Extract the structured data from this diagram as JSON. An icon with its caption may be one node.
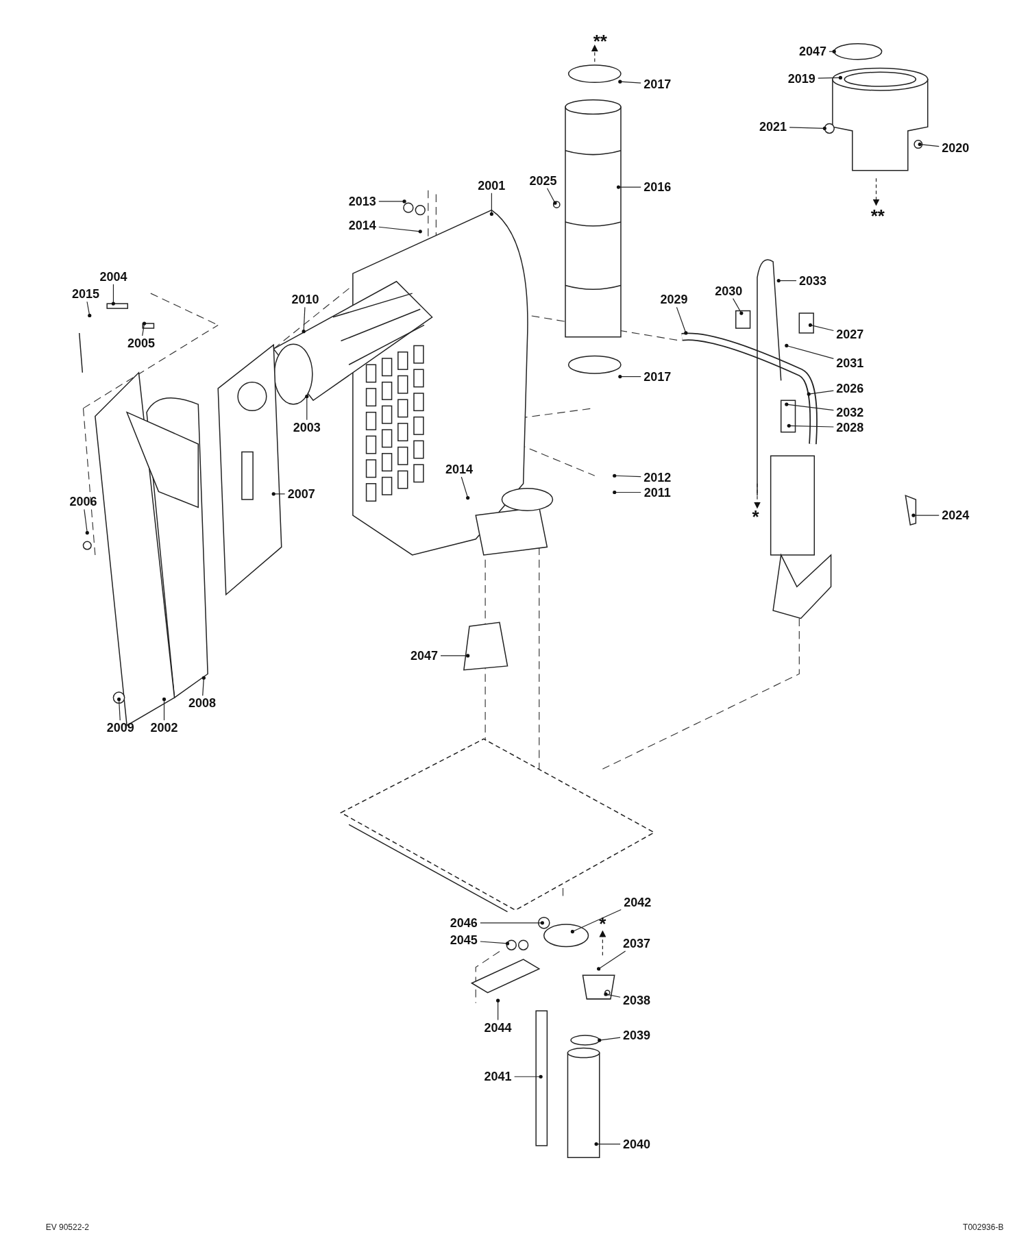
{
  "diagram": {
    "nodes": [
      {
        "text": [
          "2047"
        ]
      },
      {
        "text": [
          "2017"
        ]
      },
      {
        "text": [
          "2019"
        ]
      },
      {
        "text": [
          "2021"
        ]
      },
      {
        "text": [
          "2020"
        ]
      },
      {
        "text": [
          "2025"
        ]
      },
      {
        "text": [
          "2001"
        ]
      },
      {
        "text": [
          "2016"
        ]
      },
      {
        "text": [
          "2013"
        ]
      },
      {
        "text": [
          "2014"
        ]
      },
      {
        "text": [
          "2004"
        ]
      },
      {
        "text": [
          "2033"
        ]
      },
      {
        "text": [
          "2015"
        ]
      },
      {
        "text": [
          "2030"
        ]
      },
      {
        "text": [
          "2010"
        ]
      },
      {
        "text": [
          "2029"
        ]
      },
      {
        "text": [
          "2027"
        ]
      },
      {
        "text": [
          "2005"
        ]
      },
      {
        "text": [
          "2031"
        ]
      },
      {
        "text": [
          "2017"
        ]
      },
      {
        "text": [
          "2026"
        ]
      },
      {
        "text": [
          "2032"
        ]
      },
      {
        "text": [
          "2003"
        ]
      },
      {
        "text": [
          "2028"
        ]
      },
      {
        "text": [
          "2014"
        ]
      },
      {
        "text": [
          "2012"
        ]
      },
      {
        "text": [
          "2011"
        ]
      },
      {
        "text": [
          "2007"
        ]
      },
      {
        "text": [
          "2006"
        ]
      },
      {
        "text": [
          "2024"
        ]
      },
      {
        "text": [
          "2047"
        ]
      },
      {
        "text": [
          "2008"
        ]
      },
      {
        "text": [
          "2009"
        ]
      },
      {
        "text": [
          "2002"
        ]
      },
      {
        "text": [
          "2042"
        ]
      },
      {
        "text": [
          "2046"
        ]
      },
      {
        "text": [
          "2045"
        ]
      },
      {
        "text": [
          "2037"
        ]
      },
      {
        "text": [
          "2038"
        ]
      },
      {
        "text": [
          "2039"
        ]
      },
      {
        "text": [
          "2044"
        ]
      },
      {
        "text": [
          "2041"
        ]
      },
      {
        "text": [
          "2040"
        ]
      }
    ],
    "edges": [
      {
        "from": 0,
        "to": null,
        "arrow": "other"
      },
      {
        "from": 1,
        "to": null,
        "arrow": "other"
      },
      {
        "from": 2,
        "to": null,
        "arrow": "other"
      },
      {
        "from": 3,
        "to": null,
        "arrow": "other"
      },
      {
        "from": 4,
        "to": null,
        "arrow": "other"
      },
      {
        "from": 5,
        "to": null,
        "arrow": "other"
      },
      {
        "from": 6,
        "to": null,
        "arrow": "other"
      },
      {
        "from": 7,
        "to": null,
        "arrow": "other"
      },
      {
        "from": 8,
        "to": null,
        "arrow": "other"
      },
      {
        "from": 9,
        "to": null,
        "arrow": "other"
      },
      {
        "from": 10,
        "to": null,
        "arrow": "other"
      },
      {
        "from": 11,
        "to": null,
        "arrow": "other"
      },
      {
        "from": 12,
        "to": null,
        "arrow": "other"
      },
      {
        "from": 13,
        "to": null,
        "arrow": "other"
      },
      {
        "from": 14,
        "to": null,
        "arrow": "other"
      },
      {
        "from": 15,
        "to": null,
        "arrow": "other"
      },
      {
        "from": 16,
        "to": null,
        "arrow": "other"
      },
      {
        "from": 17,
        "to": null,
        "arrow": "other"
      },
      {
        "from": 18,
        "to": null,
        "arrow": "other"
      },
      {
        "from": 19,
        "to": null,
        "arrow": "other"
      },
      {
        "from": 20,
        "to": null,
        "arrow": "other"
      },
      {
        "from": 21,
        "to": null,
        "arrow": "other"
      },
      {
        "from": 22,
        "to": null,
        "arrow": "other"
      },
      {
        "from": 23,
        "to": null,
        "arrow": "other"
      },
      {
        "from": 24,
        "to": null,
        "arrow": "other"
      },
      {
        "from": 25,
        "to": null,
        "arrow": "other"
      },
      {
        "from": 26,
        "to": null,
        "arrow": "other"
      },
      {
        "from": 27,
        "to": null,
        "arrow": "other"
      },
      {
        "from": 28,
        "to": null,
        "arrow": "other"
      },
      {
        "from": 29,
        "to": null,
        "arrow": "other"
      },
      {
        "from": 30,
        "to": null,
        "arrow": "other"
      },
      {
        "from": 31,
        "to": null,
        "arrow": "other"
      },
      {
        "from": 32,
        "to": null,
        "arrow": "other"
      },
      {
        "from": 33,
        "to": null,
        "arrow": "other"
      },
      {
        "from": 34,
        "to": null,
        "arrow": "other"
      },
      {
        "from": 35,
        "to": null,
        "arrow": "other"
      },
      {
        "from": 36,
        "to": null,
        "arrow": "other"
      },
      {
        "from": 37,
        "to": null,
        "arrow": "other"
      },
      {
        "from": 38,
        "to": null,
        "arrow": "other"
      },
      {
        "from": 39,
        "to": null,
        "arrow": "other"
      },
      {
        "from": 40,
        "to": null,
        "arrow": "other"
      },
      {
        "from": 41,
        "to": null,
        "arrow": "other"
      },
      {
        "from": 42,
        "to": null,
        "arrow": "other"
      }
    ],
    "labels": [
      "**",
      "**",
      "*",
      "*",
      "EV 90522-2",
      "T002936-B"
    ]
  }
}
